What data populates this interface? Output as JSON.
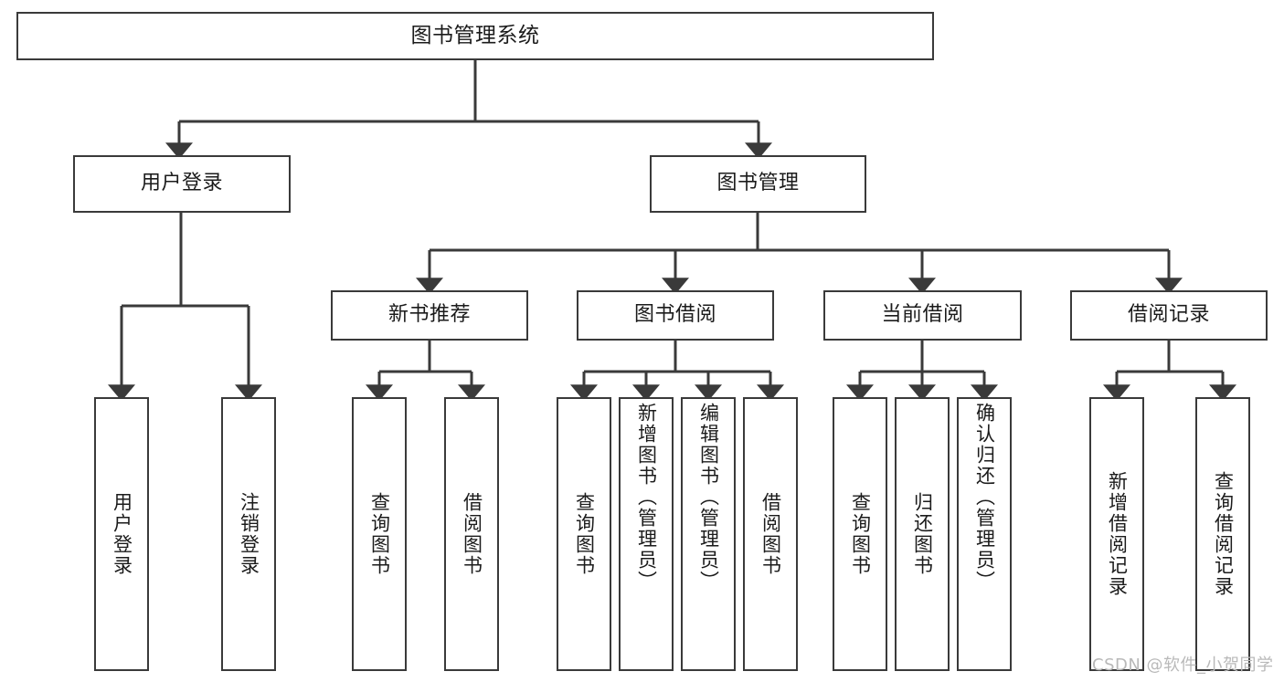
{
  "diagram": {
    "title": "图书管理系统",
    "type": "tree",
    "watermark": "CSDN @软件_小贺同学",
    "colors": {
      "box_border": "#3a3a3a",
      "box_fill": "#ffffff",
      "edge": "#3a3a3a",
      "text": "#1b1b1b",
      "watermark": "#b9b9b9",
      "background": "#ffffff"
    },
    "nodes": {
      "root": {
        "label": "图书管理系统"
      },
      "level2": [
        {
          "id": "user-login",
          "label": "用户登录"
        },
        {
          "id": "book-manage",
          "label": "图书管理"
        }
      ],
      "level3": [
        {
          "id": "new-book-recommend",
          "label": "新书推荐"
        },
        {
          "id": "book-borrow",
          "label": "图书借阅"
        },
        {
          "id": "current-borrow",
          "label": "当前借阅"
        },
        {
          "id": "borrow-record",
          "label": "借阅记录"
        }
      ],
      "leaves": {
        "user_login": [
          {
            "id": "leaf-user-login",
            "label": "用户登录"
          },
          {
            "id": "leaf-logout-login",
            "label": "注销登录"
          }
        ],
        "new_book_recommend": [
          {
            "id": "leaf-query-book-1",
            "label": "查询图书"
          },
          {
            "id": "leaf-borrow-book-1",
            "label": "借阅图书"
          }
        ],
        "book_borrow": [
          {
            "id": "leaf-query-book-2",
            "label": "查询图书"
          },
          {
            "id": "leaf-add-book",
            "label": "新增图书（管理员）"
          },
          {
            "id": "leaf-edit-book",
            "label": "编辑图书（管理员）"
          },
          {
            "id": "leaf-borrow-book-2",
            "label": "借阅图书"
          }
        ],
        "current_borrow": [
          {
            "id": "leaf-query-book-3",
            "label": "查询图书"
          },
          {
            "id": "leaf-return-book",
            "label": "归还图书"
          },
          {
            "id": "leaf-confirm-return",
            "label": "确认归还（管理员）"
          }
        ],
        "borrow_record": [
          {
            "id": "leaf-add-record",
            "label": "新增借阅记录"
          },
          {
            "id": "leaf-query-record",
            "label": "查询借阅记录"
          }
        ]
      }
    }
  }
}
